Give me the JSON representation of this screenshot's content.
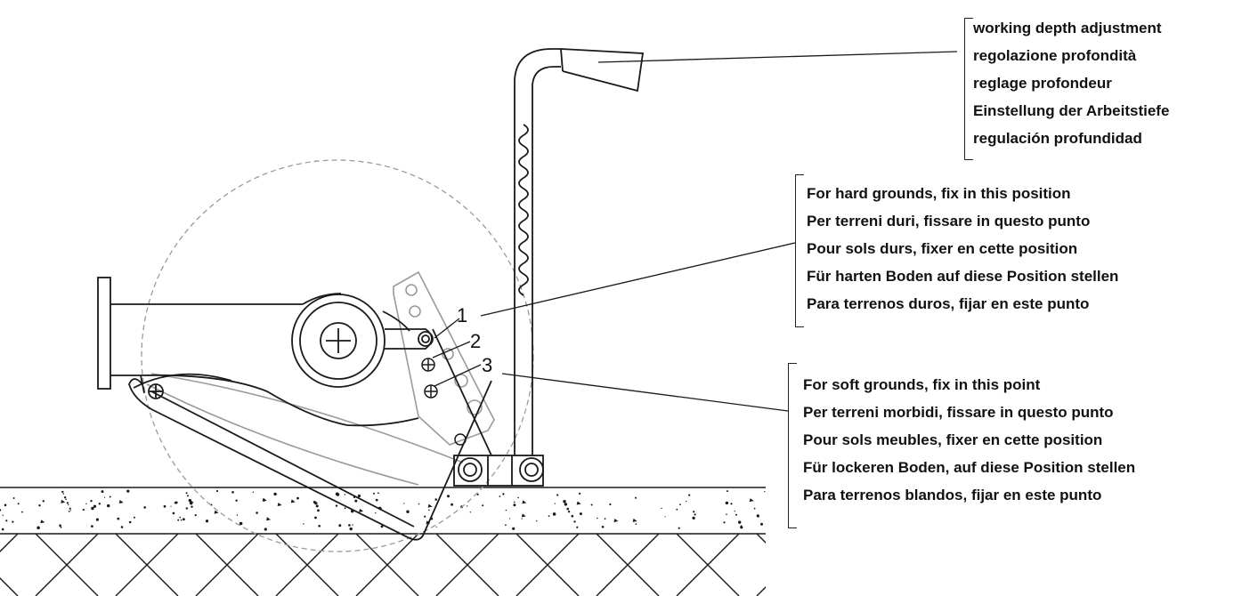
{
  "diagram": {
    "colors": {
      "line": "#1a1a1a",
      "ghost": "#9a9a9a",
      "background": "#ffffff"
    },
    "positions": [
      {
        "number": "1"
      },
      {
        "number": "2"
      },
      {
        "number": "3"
      }
    ],
    "callouts": {
      "depth_adjustment": {
        "lines": [
          "working depth adjustment",
          "regolazione profondità",
          "reglage profondeur",
          "Einstellung der Arbeitstiefe",
          "regulación profundidad"
        ]
      },
      "hard_grounds": {
        "lines": [
          "For hard grounds, fix in this position",
          "Per terreni duri, fissare in questo punto",
          "Pour sols durs, fixer en cette position",
          "Für harten Boden auf diese Position stellen",
          "Para terrenos duros, fijar en este punto"
        ]
      },
      "soft_grounds": {
        "lines": [
          "For soft grounds, fix in this point",
          "Per terreni morbidi, fissare in questo punto",
          "Pour sols meubles, fixer en cette position",
          "Für lockeren Boden, auf diese Position stellen",
          "Para terrenos blandos, fijar en este punto"
        ]
      }
    }
  }
}
